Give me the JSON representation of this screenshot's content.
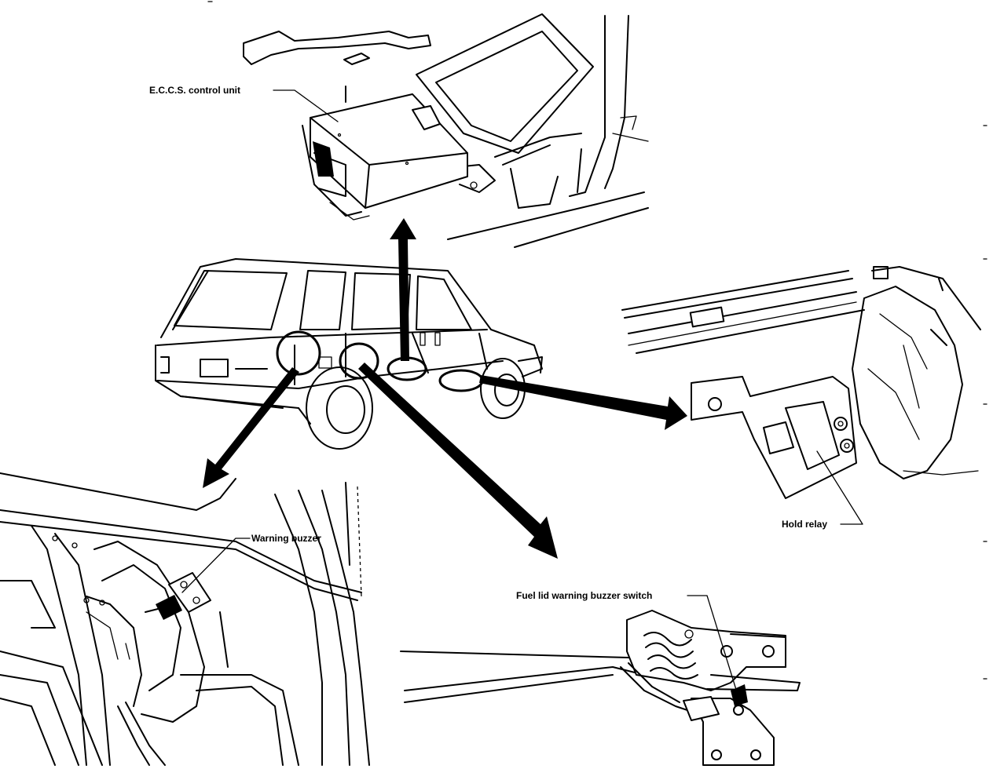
{
  "labels": {
    "eccs": "E.C.C.S. control unit",
    "hold_relay": "Hold relay",
    "warning_buzzer": "Warning buzzer",
    "fuel_lid_switch": "Fuel lid warning buzzer switch"
  }
}
